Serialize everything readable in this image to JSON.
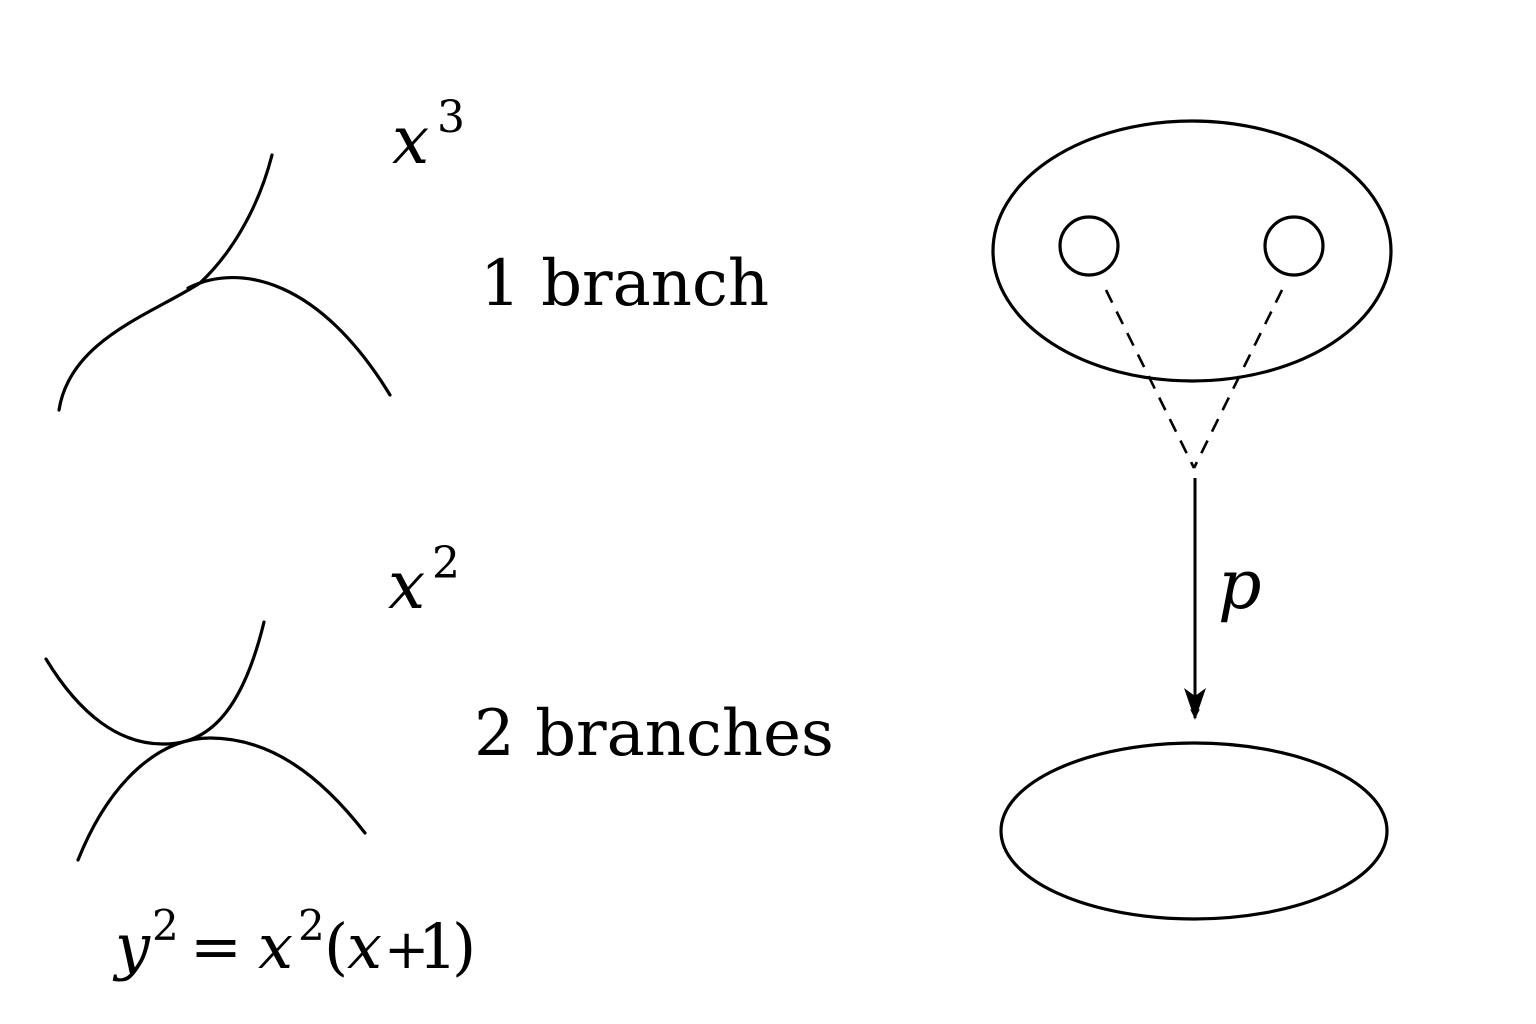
{
  "labels": {
    "cusp_exponent_base": "x",
    "cusp_exponent_power": "3",
    "cusp_branches": "1 branch",
    "node_exponent_base": "x",
    "node_exponent_power": "2",
    "node_branches": "2 branches",
    "equation_y": "y",
    "equation_y_power": "2",
    "equation_eq": "=",
    "equation_x": "x",
    "equation_x_power": "2",
    "equation_paren_open": "(",
    "equation_inner_x": "x",
    "equation_plus": "+",
    "equation_one": "1",
    "equation_paren_close": ")",
    "map_label": "p"
  },
  "colors": {
    "stroke": "#000000",
    "background": "#ffffff"
  }
}
